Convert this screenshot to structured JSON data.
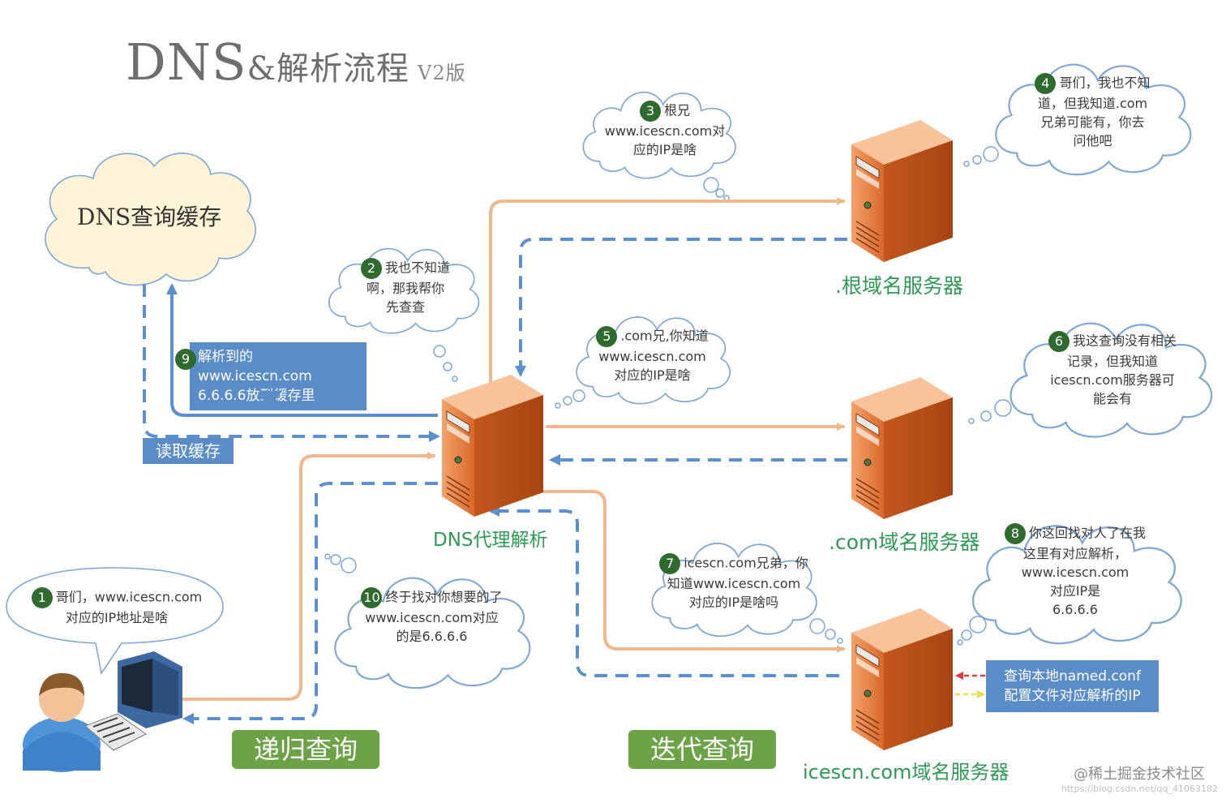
{
  "title": {
    "main": "DNS",
    "amp": "&解析流程",
    "version": "V2版"
  },
  "cache": {
    "label": "DNS查询缓存"
  },
  "servers": {
    "proxy": "DNS代理解析",
    "root": ".根域名服务器",
    "com": ".com域名服务器",
    "icescn": "icescn.com域名服务器"
  },
  "bubbles": {
    "b1": {
      "num": "1",
      "line1": "哥们，www.icescn.com",
      "line2": "对应的IP地址是啥"
    },
    "b2": {
      "num": "2",
      "line1": "我也不知道",
      "line2": "啊，那我帮你",
      "line3": "先查查"
    },
    "b3": {
      "num": "3",
      "line1": "根兄",
      "line2": "www.icescn.com对",
      "line3": "应的IP是啥"
    },
    "b4": {
      "num": "4",
      "line1": "哥们，我也不知",
      "line2": "道，但我知道.com",
      "line3": "兄弟可能有，你去",
      "line4": "问他吧"
    },
    "b5": {
      "num": "5",
      "line1": ".com兄,你知道",
      "line2": "www.icescn.com",
      "line3": "对应的IP是啥"
    },
    "b6": {
      "num": "6",
      "line1": "我这查询没有相关",
      "line2": "记录，但我知道",
      "line3": "icescn.com服务器可",
      "line4": "能会有"
    },
    "b7": {
      "num": "7",
      "line1": "icescn.com兄弟，你",
      "line2": "知道www.icescn.com",
      "line3": "对应的IP是啥吗"
    },
    "b8": {
      "num": "8",
      "line1": "你这回找对人了在我",
      "line2": "这里有对应解析，",
      "line3": "www.icescn.com",
      "line4": "对应IP是",
      "line5": "6.6.6.6"
    },
    "b10": {
      "num": "10",
      "line1": "终于找对你想要的了",
      "line2": "www.icescn.com对应",
      "line3": "的是6.6.6.6"
    }
  },
  "boxes": {
    "b9": {
      "num": "9",
      "line1": "解析到的www.icescn.com",
      "line2": "6.6.6.6放到缓存里"
    },
    "read_cache": "读取缓存",
    "named_conf": {
      "line1": "查询本地named.conf",
      "line2": "配置文件对应解析的IP"
    }
  },
  "buttons": {
    "recursive": "递归查询",
    "iterative": "迭代查询"
  },
  "watermark": {
    "text": "@稀土掘金技术社区",
    "url": "https://blog.csdn.net/qq_41063182"
  },
  "colors": {
    "solid_arrow": "#f0b78e",
    "dashed_arrow": "#5b8fd0",
    "label_green": "#2e9a56",
    "box_blue": "#5a8cc8",
    "button_green": "#6ca346"
  }
}
